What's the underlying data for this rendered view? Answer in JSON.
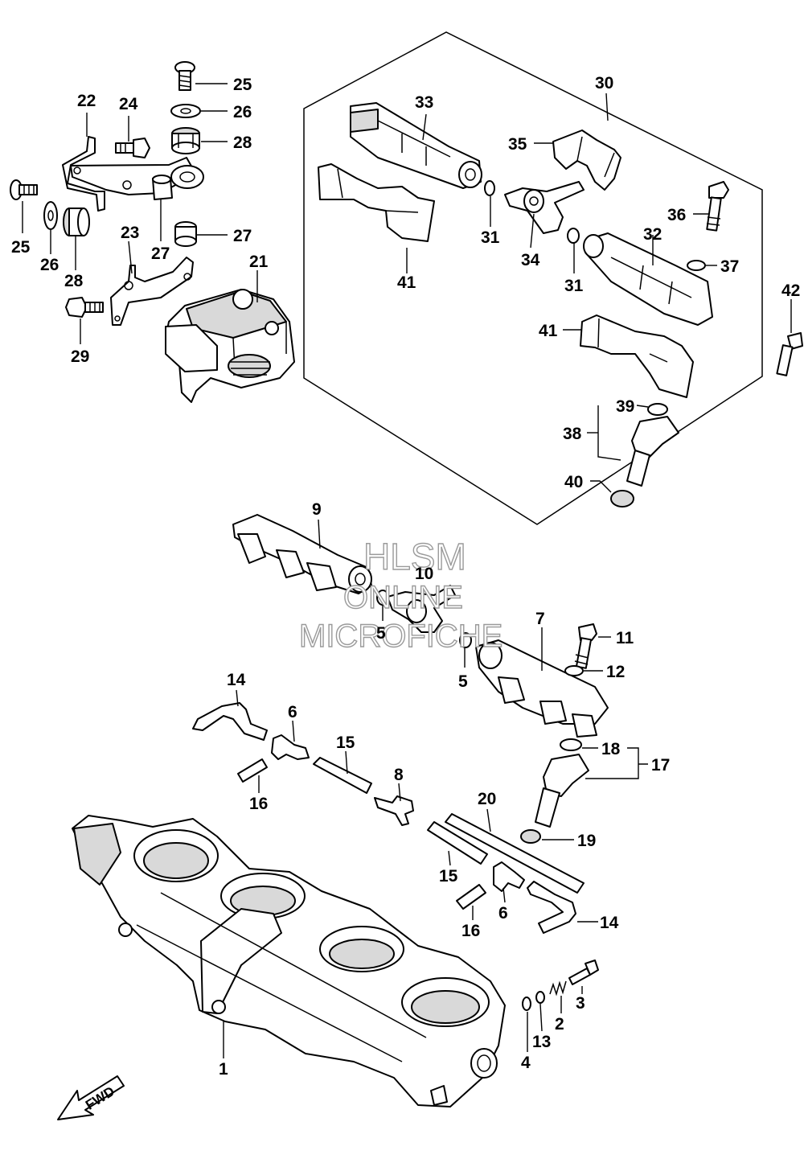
{
  "watermark": {
    "line1": "HLSM",
    "line2": "ONLINE",
    "line3": "MICROFICHE"
  },
  "fwd_label": "FWD",
  "callouts": {
    "c1": "1",
    "c2": "2",
    "c3": "3",
    "c4": "4",
    "c5a": "5",
    "c5b": "5",
    "c6a": "6",
    "c6b": "6",
    "c7": "7",
    "c8": "8",
    "c9": "9",
    "c10": "10",
    "c11": "11",
    "c12": "12",
    "c13": "13",
    "c14a": "14",
    "c14b": "14",
    "c15a": "15",
    "c15b": "15",
    "c16a": "16",
    "c16b": "16",
    "c17": "17",
    "c18": "18",
    "c19": "19",
    "c20": "20",
    "c21": "21",
    "c22": "22",
    "c23": "23",
    "c24": "24",
    "c25a": "25",
    "c25b": "25",
    "c26a": "26",
    "c26b": "26",
    "c27a": "27",
    "c27b": "27",
    "c28a": "28",
    "c28b": "28",
    "c29": "29",
    "c30": "30",
    "c31a": "31",
    "c31b": "31",
    "c32": "32",
    "c33": "33",
    "c34": "34",
    "c35": "35",
    "c36": "36",
    "c37": "37",
    "c38": "38",
    "c39": "39",
    "c40": "40",
    "c41a": "41",
    "c41b": "41",
    "c42": "42"
  }
}
